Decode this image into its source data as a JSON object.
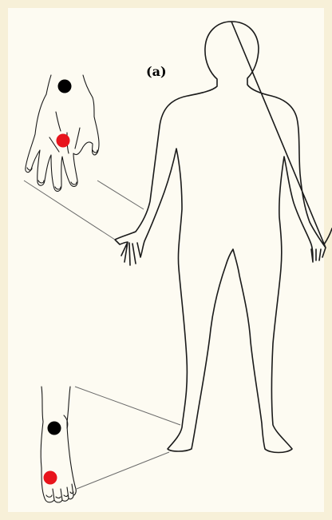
{
  "figure": {
    "panel_label": "(a)",
    "colors": {
      "background": "#fdfbf2",
      "frame": "#f7f0d8",
      "outline": "#1a1a1a",
      "marker_black": "#000000",
      "marker_red": "#e8141c"
    },
    "insets": [
      {
        "name": "hand-inset",
        "markers": [
          "black",
          "red"
        ]
      },
      {
        "name": "foot-inset",
        "markers": [
          "black",
          "red"
        ]
      }
    ]
  }
}
